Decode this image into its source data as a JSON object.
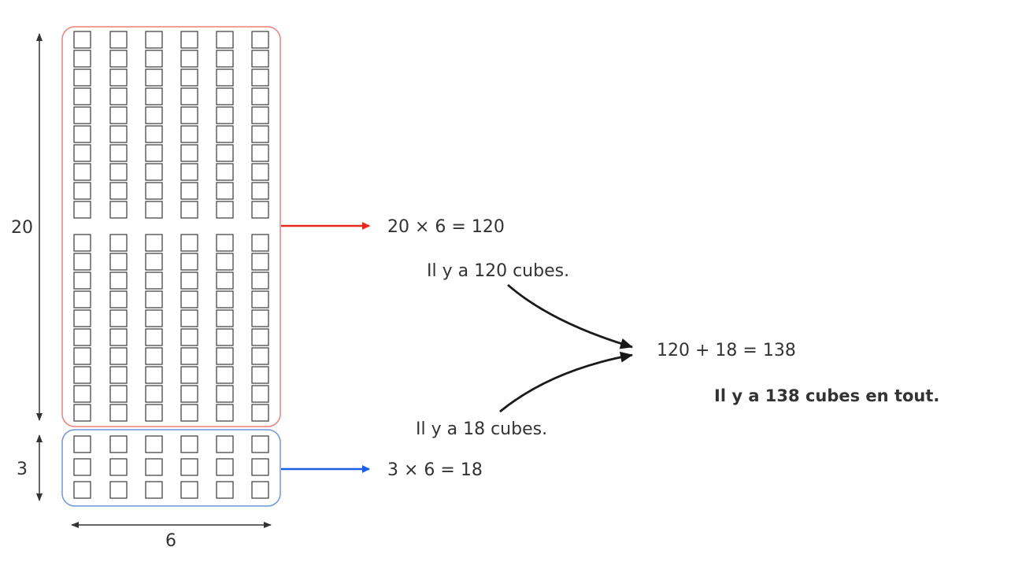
{
  "dimensions": {
    "top_height": "20",
    "bottom_height": "3",
    "width": "6"
  },
  "groups": {
    "top": {
      "rows": 20,
      "columns": 6,
      "rows_per_block": 10,
      "border_color": "#e8827a"
    },
    "bottom": {
      "rows": 3,
      "columns": 6,
      "border_color": "#6e96d8"
    }
  },
  "arrows": {
    "top_color": "#e8281c",
    "bottom_color": "#1a5ee8",
    "curve_color": "#1a1a1a"
  },
  "equations": {
    "top": "20 × 6 = 120",
    "bottom": "3 × 6 = 18",
    "total": "120 + 18 = 138"
  },
  "sentences": {
    "top": "Il y a 120 cubes.",
    "bottom": "Il y a 18 cubes.",
    "total": "Il y a 138 cubes en tout."
  }
}
